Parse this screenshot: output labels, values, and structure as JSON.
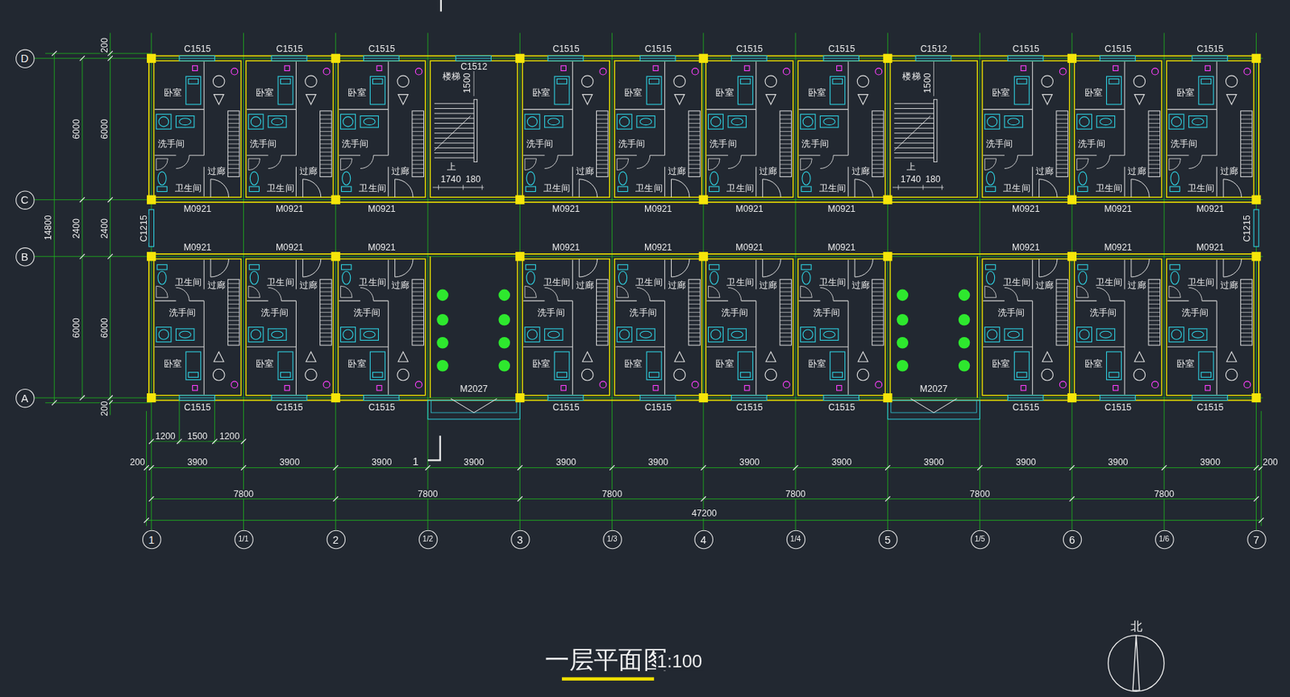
{
  "diagram": {
    "title": "一层平面图",
    "nodes": [
      {
        "text": [
          "D"
        ]
      },
      {
        "text": [
          "C"
        ]
      },
      {
        "text": [
          "B"
        ]
      },
      {
        "text": [
          "A"
        ]
      },
      {
        "text": [
          "1"
        ]
      },
      {
        "text": [
          "1/1"
        ]
      },
      {
        "text": [
          "2"
        ]
      },
      {
        "text": [
          "1/2"
        ]
      },
      {
        "text": [
          "3"
        ]
      },
      {
        "text": [
          "1/3"
        ]
      },
      {
        "text": [
          "4"
        ]
      },
      {
        "text": [
          "1/4"
        ]
      },
      {
        "text": [
          "5"
        ]
      },
      {
        "text": [
          "1/5"
        ]
      },
      {
        "text": [
          "6"
        ]
      },
      {
        "text": [
          "1/6"
        ]
      },
      {
        "text": [
          "7"
        ]
      }
    ],
    "labels": [
      "200",
      "6000",
      "2400",
      "6000",
      "200",
      "6000",
      "2400",
      "6000",
      "14800",
      "C1515",
      "C1515",
      "C1515",
      "C1512",
      "C1515",
      "C1515",
      "C1515",
      "C1515",
      "C1512",
      "C1515",
      "C1515",
      "C1515",
      "卧室",
      "洗手间",
      "卫生间",
      "过廊",
      "卧室",
      "洗手间",
      "卫生间",
      "过廊",
      "卧室",
      "洗手间",
      "卫生间",
      "过廊",
      "卧室",
      "洗手间",
      "卫生间",
      "过廊",
      "卧室",
      "洗手间",
      "卫生间",
      "过廊",
      "卧室",
      "洗手间",
      "卫生间",
      "过廊",
      "卧室",
      "洗手间",
      "卫生间",
      "过廊",
      "卧室",
      "洗手间",
      "卫生间",
      "过廊",
      "卧室",
      "洗手间",
      "卫生间",
      "过廊",
      "卧室",
      "洗手间",
      "卫生间",
      "过廊",
      "楼梯",
      "1500",
      "上",
      "1740",
      "180",
      "楼梯",
      "1500",
      "上",
      "1740",
      "180",
      "M0921",
      "M0921",
      "M0921",
      "M0921",
      "M0921",
      "M0921",
      "M0921",
      "M0921",
      "M0921",
      "M0921",
      "C1215",
      "C1215",
      "M0921",
      "M0921",
      "M0921",
      "M0921",
      "M0921",
      "M0921",
      "M0921",
      "M0921",
      "M0921",
      "M0921",
      "卫生间",
      "过廊",
      "洗手间",
      "卧室",
      "卫生间",
      "过廊",
      "洗手间",
      "卧室",
      "卫生间",
      "过廊",
      "洗手间",
      "卧室",
      "卫生间",
      "过廊",
      "洗手间",
      "卧室",
      "卫生间",
      "过廊",
      "洗手间",
      "卧室",
      "卫生间",
      "过廊",
      "洗手间",
      "卧室",
      "卫生间",
      "过廊",
      "洗手间",
      "卧室",
      "卫生间",
      "过廊",
      "洗手间",
      "卧室",
      "卫生间",
      "过廊",
      "洗手间",
      "卧室",
      "卫生间",
      "过廊",
      "洗手间",
      "卧室",
      "M2027",
      "M2027",
      "C1515",
      "C1515",
      "C1515",
      "C1515",
      "C1515",
      "C1515",
      "C1515",
      "C1515",
      "C1515",
      "C1515",
      "1200",
      "1500",
      "1200",
      "200",
      "3900",
      "3900",
      "3900",
      "3900",
      "3900",
      "3900",
      "3900",
      "3900",
      "3900",
      "3900",
      "3900",
      "3900",
      "200",
      "1",
      "7800",
      "7800",
      "7800",
      "7800",
      "7800",
      "7800",
      "47200",
      "1:100",
      "北"
    ]
  }
}
